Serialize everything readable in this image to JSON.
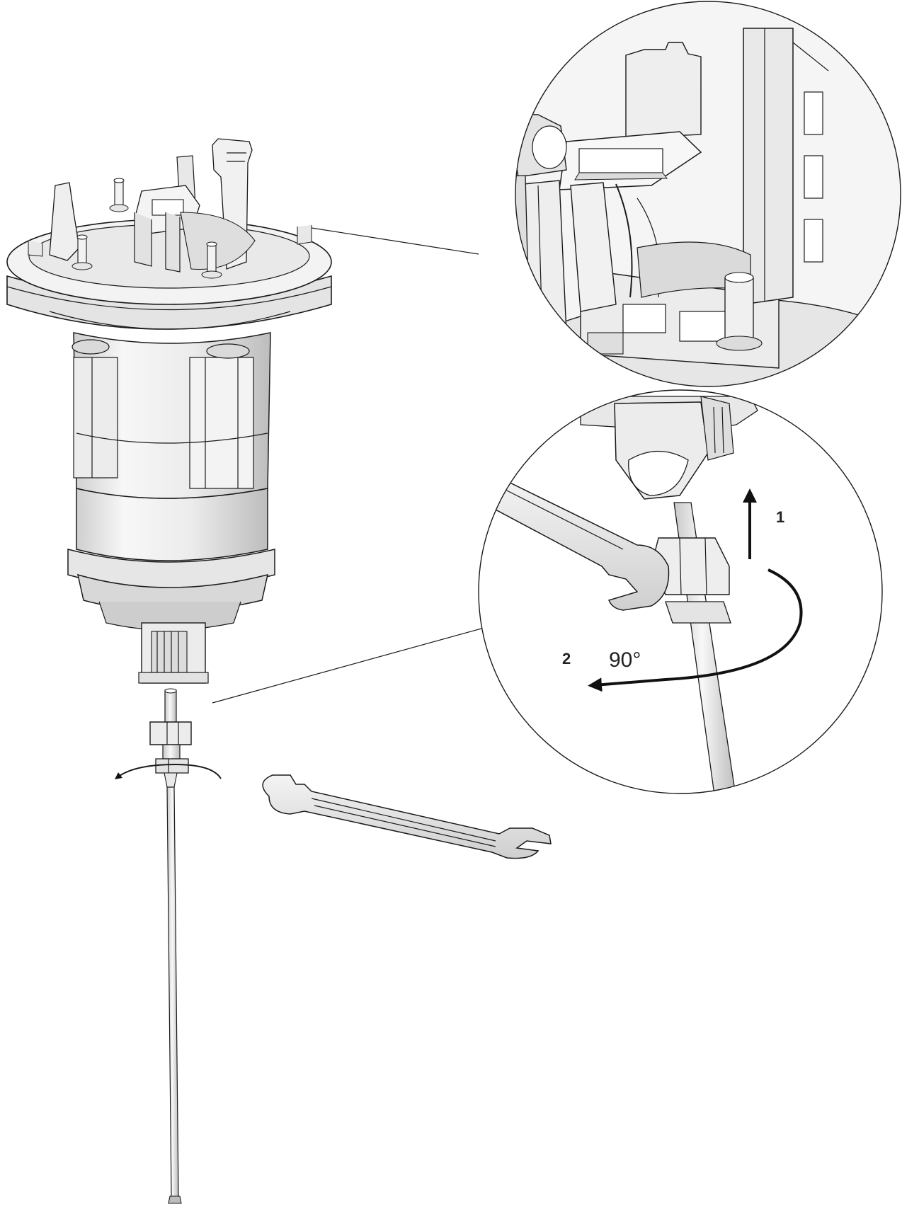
{
  "figure": {
    "step_label_1": "1",
    "step_label_2": "2",
    "rotation_label": "90°"
  },
  "colors": {
    "line": "#1a1a1a",
    "part_light": "#f2f2f2",
    "part_mid": "#dcdcdc",
    "part_dark": "#b4b4b4",
    "background": "#ffffff"
  },
  "icons": {
    "arrow_up": "arrow-up-icon",
    "arrow_rotate": "rotate-arrow-icon"
  }
}
